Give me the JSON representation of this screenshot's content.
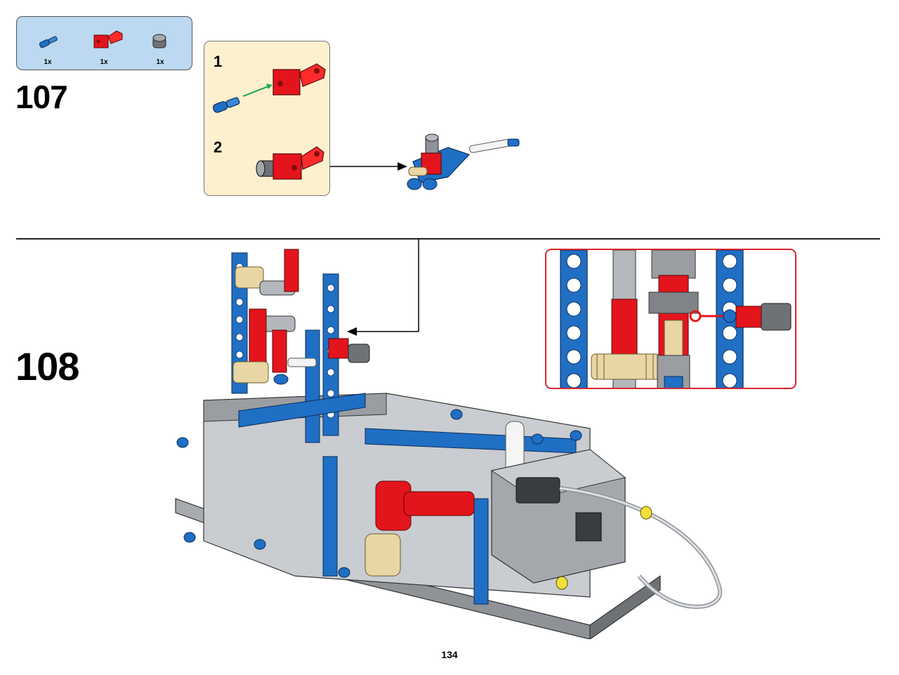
{
  "parts_list": {
    "items": [
      {
        "icon": "blue-axle-pin-icon",
        "qty": "1x"
      },
      {
        "icon": "red-connector-icon",
        "qty": "1x"
      },
      {
        "icon": "gray-bush-icon",
        "qty": "1x"
      }
    ]
  },
  "steps": {
    "first": "107",
    "second": "108"
  },
  "sub_assembly": {
    "substeps": [
      "1",
      "2"
    ]
  },
  "page_number": "134",
  "colors": {
    "parts_bg": "#bcd9f1",
    "sub_bg": "#fdf0cf",
    "callout_border": "#d6262d",
    "lego_blue": "#1f6fc5",
    "lego_red": "#e3141c",
    "lego_gray": "#9a9ea3",
    "lego_tan": "#e8d6a4"
  }
}
